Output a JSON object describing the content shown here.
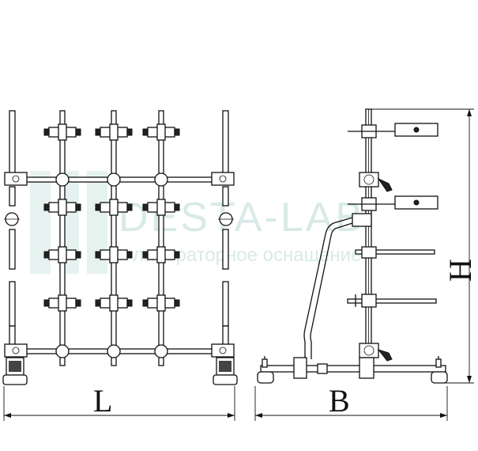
{
  "dimensions": {
    "length_label": "L",
    "height_label": "H",
    "depth_label": "B"
  },
  "watermark": {
    "brand": "DESTA-LAB",
    "tagline": "лабораторное оснащение",
    "color": "#b9d9d4"
  },
  "colors": {
    "line": "#111111",
    "background": "#ffffff"
  }
}
